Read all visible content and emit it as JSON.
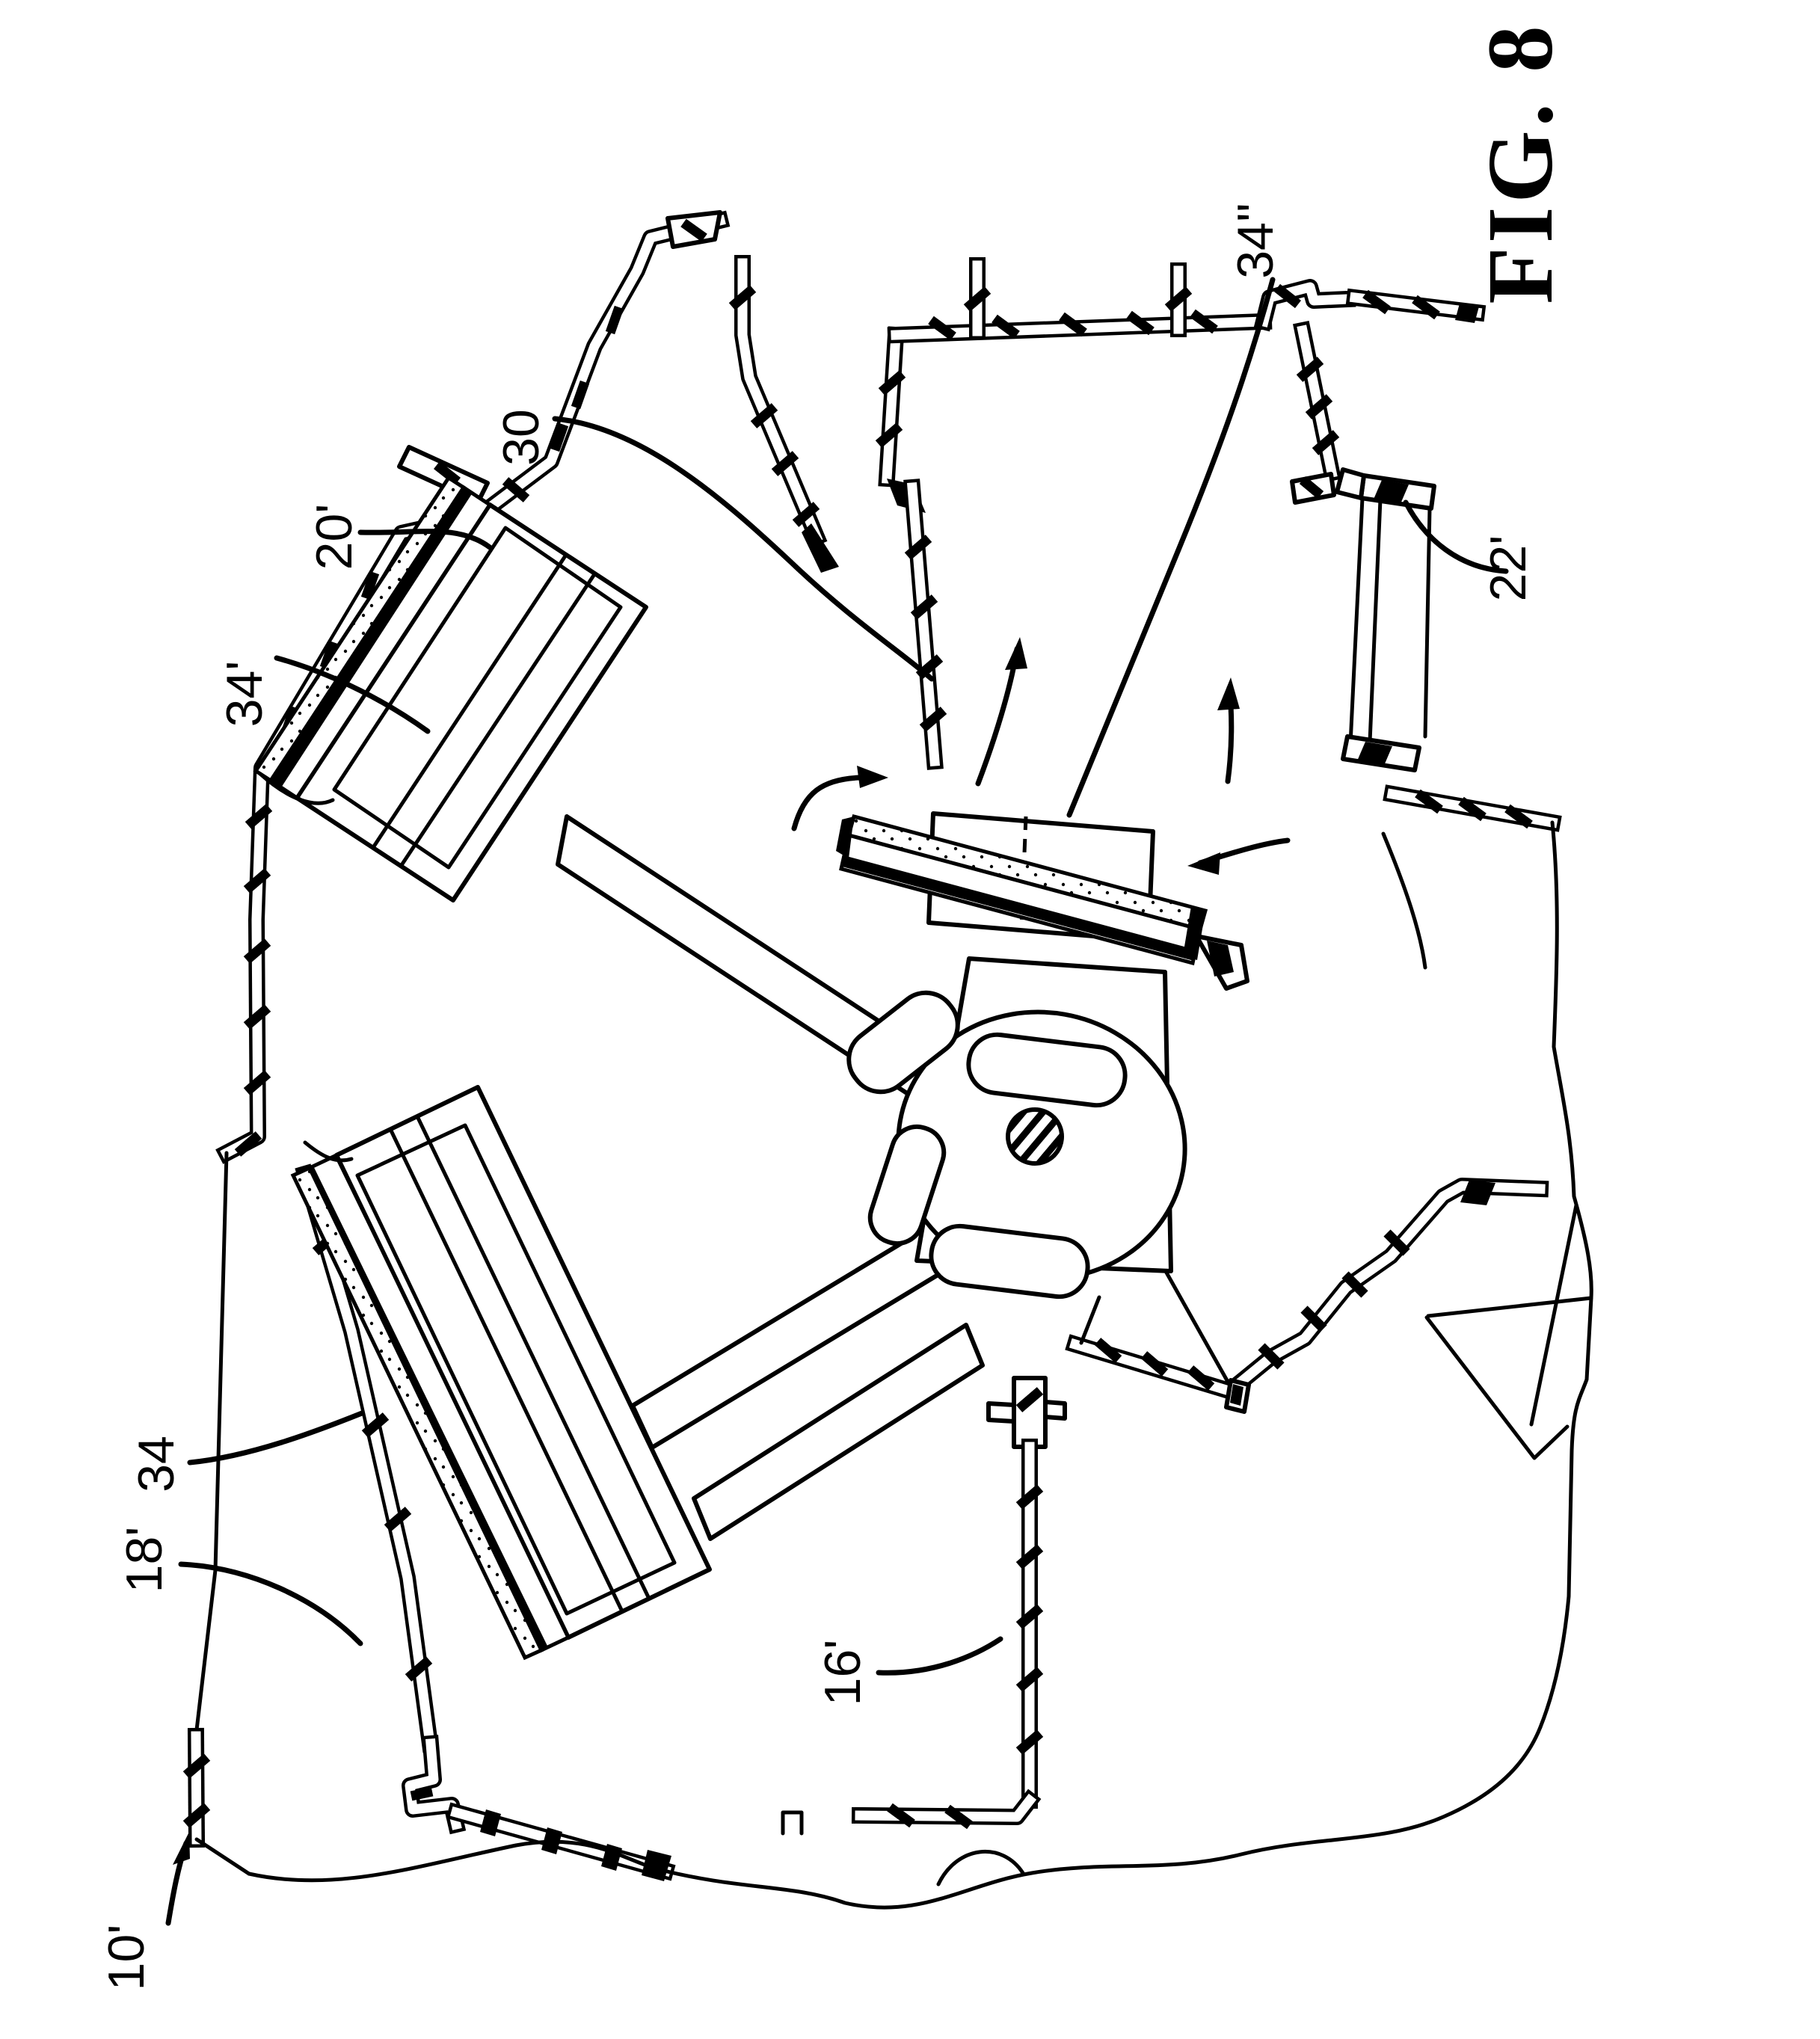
{
  "figure": {
    "title": "FIG. 8"
  },
  "reference_labels": {
    "r10": "10'",
    "r16": "16'",
    "r18": "18'",
    "r20": "20'",
    "r22": "22'",
    "r30": "30",
    "r34": "34",
    "r34_prime": "34'",
    "r34_double_prime": "34''"
  },
  "colors": {
    "ink": "#000000",
    "paper": "#ffffff"
  }
}
